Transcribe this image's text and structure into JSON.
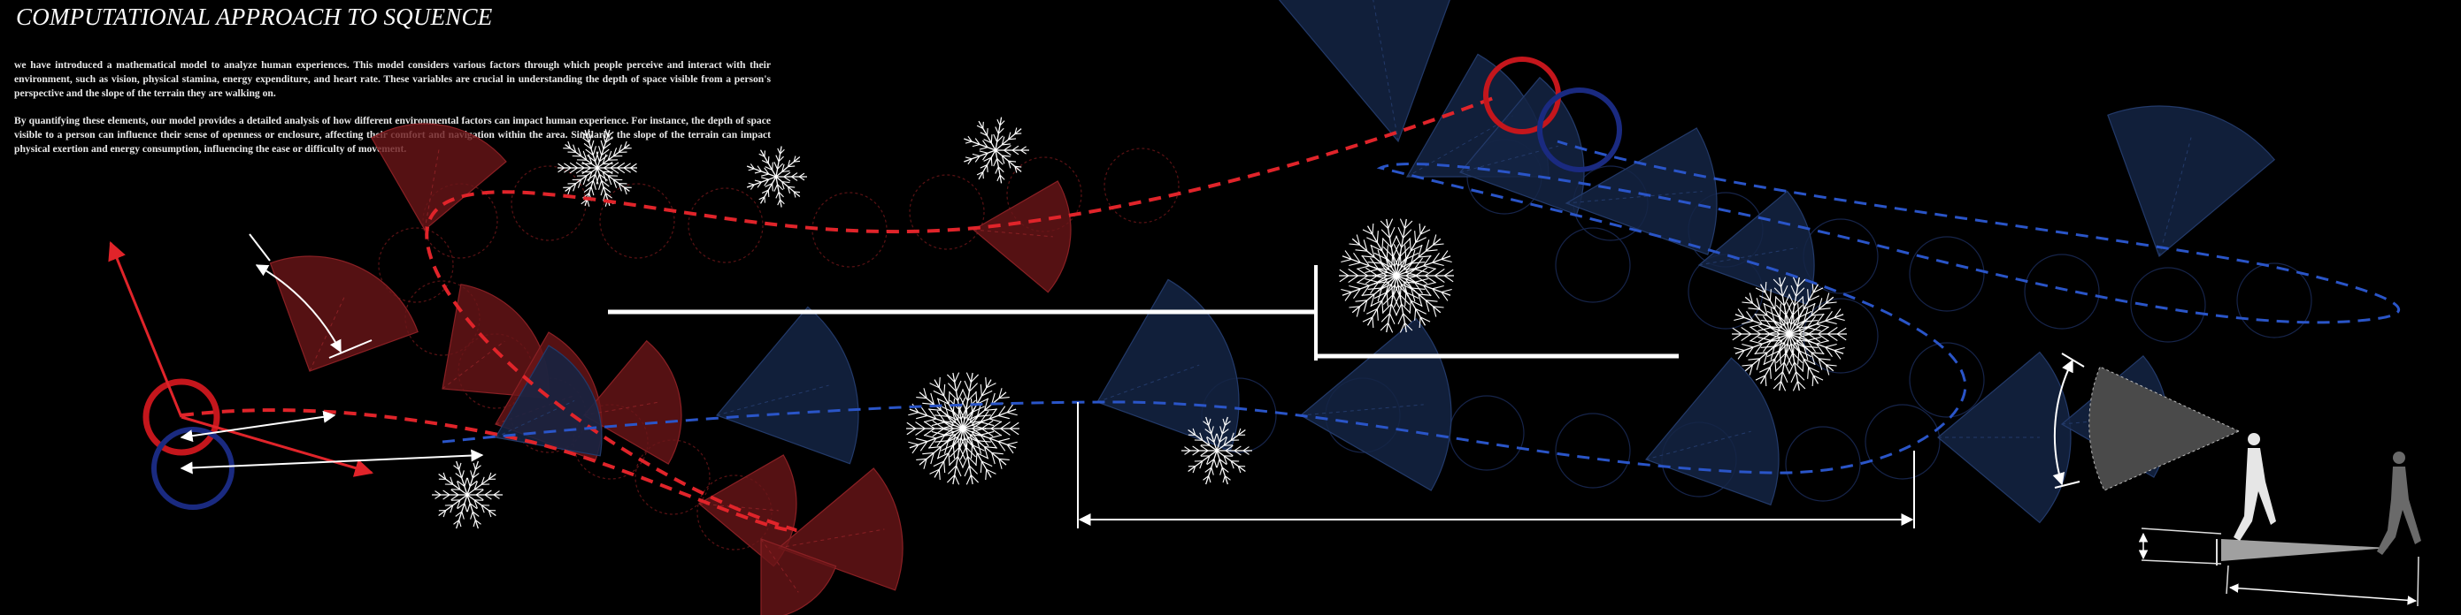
{
  "title": "COMPUTATIONAL APPROACH TO  SQUENCE",
  "paragraphs": [
    "we have introduced a mathematical model to analyze human experiences. This model considers various factors through which people perceive and interact with their environment, such as vision, physical stamina, energy expenditure, and heart rate. These variables are crucial in understanding the depth of space visible from a person's perspective and the slope of the terrain they are walking on.",
    "By quantifying these elements, our model provides a detailed analysis of how different environmental factors can impact human experience. For instance, the depth of space visible to a person can influence their sense of openness or enclosure, affecting their comfort and navigation within the area. Similarly, the slope of the terrain can impact physical exertion and energy consumption, influencing the ease or difficulty of movement."
  ],
  "colors": {
    "background": "#000000",
    "red_path": "#e0242a",
    "blue_path": "#2a55c8",
    "red_cone": "#6a1518",
    "blue_cone": "#142444",
    "grey_cone": "#555555",
    "dimension": "#ffffff"
  },
  "icons": [
    "tree-icon",
    "walking-person-icon",
    "view-cone-icon"
  ]
}
